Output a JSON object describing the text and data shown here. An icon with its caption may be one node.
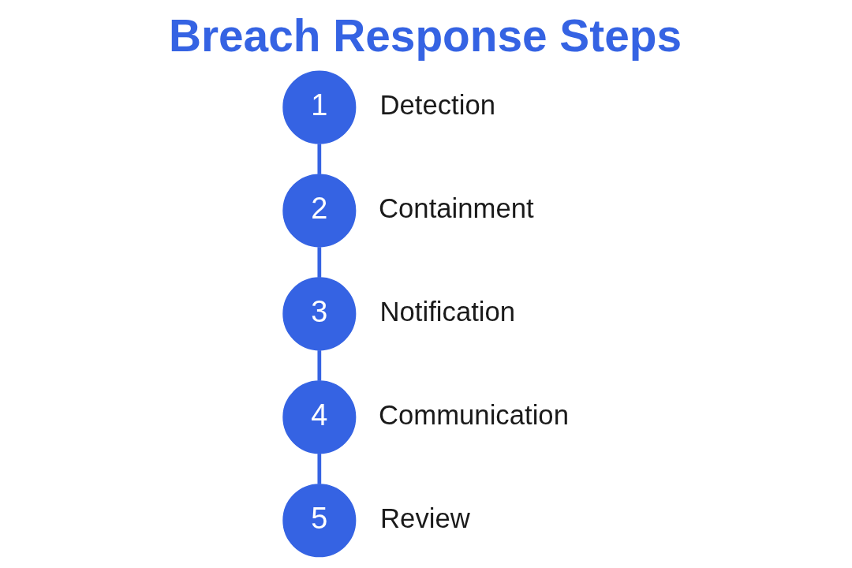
{
  "diagram": {
    "title": "Breach Response Steps",
    "nodes": [
      {
        "text": [
          "1"
        ],
        "beside": [
          "Detection"
        ]
      },
      {
        "text": [
          "2"
        ],
        "beside": [
          "Containment"
        ]
      },
      {
        "text": [
          "3"
        ],
        "beside": [
          "Notification"
        ]
      },
      {
        "text": [
          "4"
        ],
        "beside": [
          "Communication"
        ]
      },
      {
        "text": [
          "5"
        ],
        "beside": [
          "Review"
        ]
      }
    ],
    "edges": [
      {
        "from": 0,
        "to": 1,
        "arrow": "none"
      },
      {
        "from": 1,
        "to": 2,
        "arrow": "none"
      },
      {
        "from": 2,
        "to": 3,
        "arrow": "none"
      },
      {
        "from": 3,
        "to": 4,
        "arrow": "none"
      }
    ]
  }
}
